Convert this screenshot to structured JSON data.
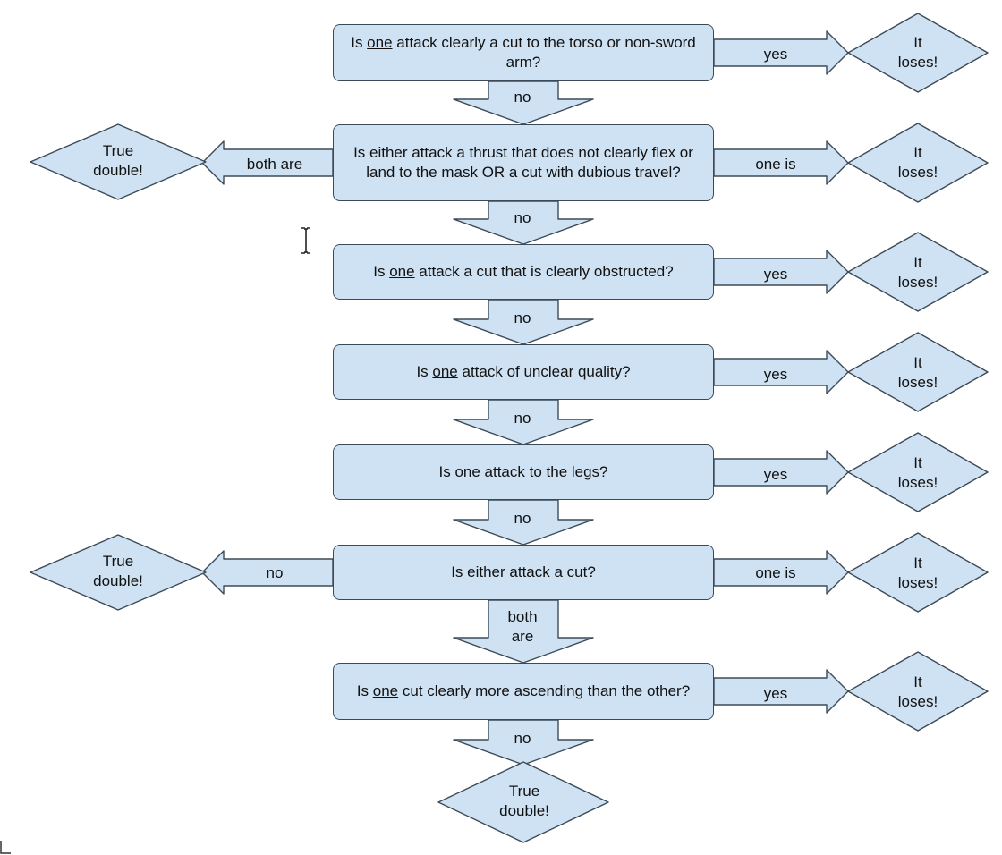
{
  "questions": [
    {
      "pre": "Is ",
      "emph": "one",
      "post": " attack clearly a cut to the torso or non-sword arm?"
    },
    {
      "pre": "",
      "emph": "",
      "post": "Is either attack a thrust that does not clearly flex or land to the mask OR a cut with dubious travel?"
    },
    {
      "pre": "Is ",
      "emph": "one",
      "post": " attack a cut that is clearly obstructed?"
    },
    {
      "pre": "Is ",
      "emph": "one",
      "post": " attack of unclear quality?"
    },
    {
      "pre": "Is ",
      "emph": "one",
      "post": " attack to the legs?"
    },
    {
      "pre": "",
      "emph": "",
      "post": "Is either attack a cut?"
    },
    {
      "pre": "Is ",
      "emph": "one",
      "post": " cut clearly more ascending than the other?"
    }
  ],
  "right_arrows": [
    "yes",
    "one is",
    "yes",
    "yes",
    "yes",
    "one is",
    "yes"
  ],
  "right_outcomes": [
    {
      "line1": "It",
      "line2": "loses!"
    },
    {
      "line1": "It",
      "line2": "loses!"
    },
    {
      "line1": "It",
      "line2": "loses!"
    },
    {
      "line1": "It",
      "line2": "loses!"
    },
    {
      "line1": "It",
      "line2": "loses!"
    },
    {
      "line1": "It",
      "line2": "loses!"
    },
    {
      "line1": "It",
      "line2": "loses!"
    }
  ],
  "down_arrows": [
    {
      "line1": "no",
      "line2": ""
    },
    {
      "line1": "no",
      "line2": ""
    },
    {
      "line1": "no",
      "line2": ""
    },
    {
      "line1": "no",
      "line2": ""
    },
    {
      "line1": "no",
      "line2": ""
    },
    {
      "line1": "both",
      "line2": "are"
    },
    {
      "line1": "no",
      "line2": ""
    }
  ],
  "left_branches": [
    {
      "arrow_label": "both are",
      "outcome_line1": "True",
      "outcome_line2": "double!"
    },
    {
      "arrow_label": "no",
      "outcome_line1": "True",
      "outcome_line2": "double!"
    }
  ],
  "final_outcome": {
    "line1": "True",
    "line2": "double!"
  },
  "colors": {
    "fill": "#cfe2f3",
    "stroke": "#3c4a57",
    "text": "#111111"
  }
}
